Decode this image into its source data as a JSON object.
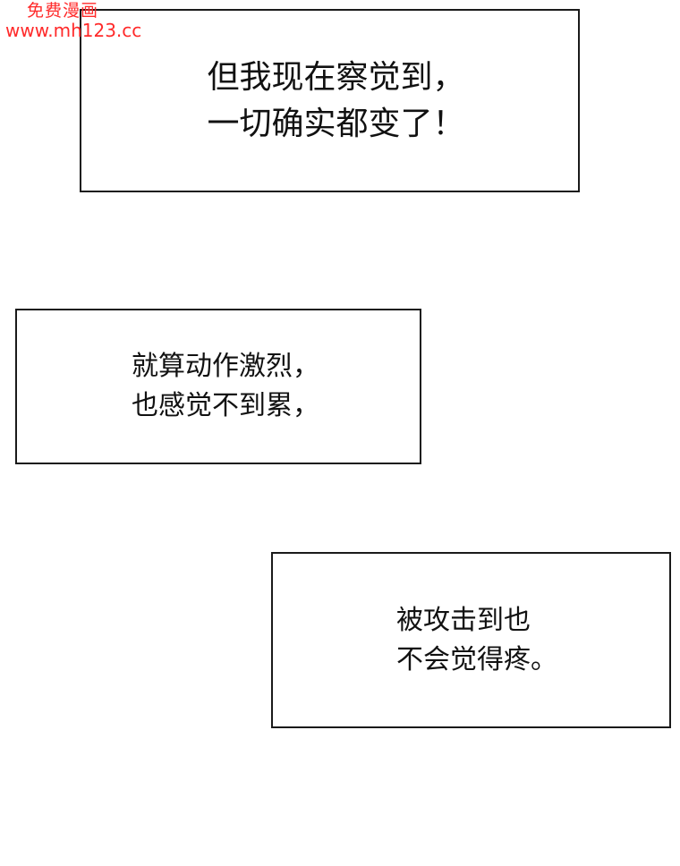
{
  "watermark": {
    "line1": "免费漫画",
    "line2": "www.mh123.cc",
    "color": "#ff2a2a"
  },
  "captions": [
    {
      "lines": [
        "但我现在察觉到，",
        "一切确实都变了！"
      ]
    },
    {
      "lines": [
        "就算动作激烈，",
        "也感觉不到累，"
      ]
    },
    {
      "lines": [
        "被攻击到也",
        "不会觉得疼。"
      ]
    }
  ]
}
